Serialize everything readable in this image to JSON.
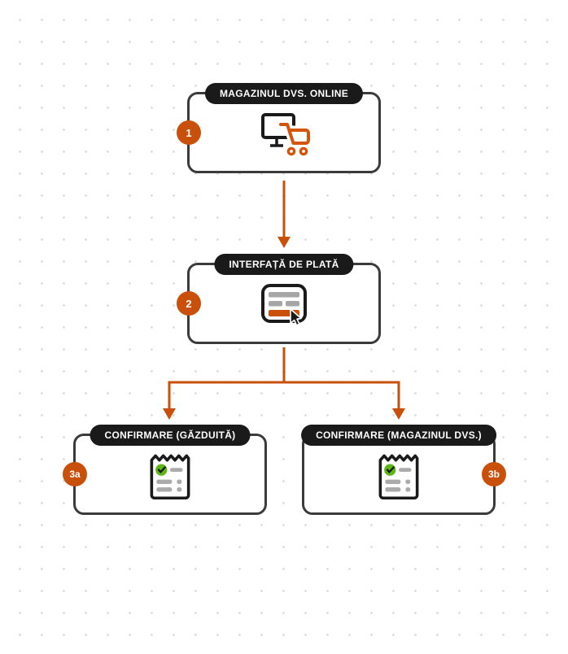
{
  "diagram": {
    "nodes": [
      {
        "badge": "1",
        "label": "MAGAZINUL DVS. ONLINE",
        "icon": "monitor-cart-icon",
        "badge_side": "left"
      },
      {
        "badge": "2",
        "label": "INTERFAȚĂ DE PLATĂ",
        "icon": "payment-form-cursor-icon",
        "badge_side": "left"
      },
      {
        "badge": "3a",
        "label": "CONFIRMARE (GĂZDUITĂ)",
        "icon": "receipt-check-icon",
        "badge_side": "left"
      },
      {
        "badge": "3b",
        "label": "CONFIRMARE (MAGAZINUL DVS.)",
        "icon": "receipt-check-icon",
        "badge_side": "right"
      }
    ],
    "connections": [
      {
        "from": "1",
        "to": "2",
        "type": "arrow-down"
      },
      {
        "from": "2",
        "to": "3a",
        "type": "arrow-branch-left"
      },
      {
        "from": "2",
        "to": "3b",
        "type": "arrow-branch-right"
      }
    ],
    "colors": {
      "accent_orange": "#C8500A",
      "icon_orange": "#D4540A",
      "node_border": "#3B3B3B",
      "label_pill_bg": "#1A1A1A",
      "label_text": "#FFFFFF",
      "check_green": "#5CB615",
      "bar_gray": "#A6A6A6",
      "dot_grid": "#DCDCDC",
      "background": "#FFFFFF"
    }
  }
}
